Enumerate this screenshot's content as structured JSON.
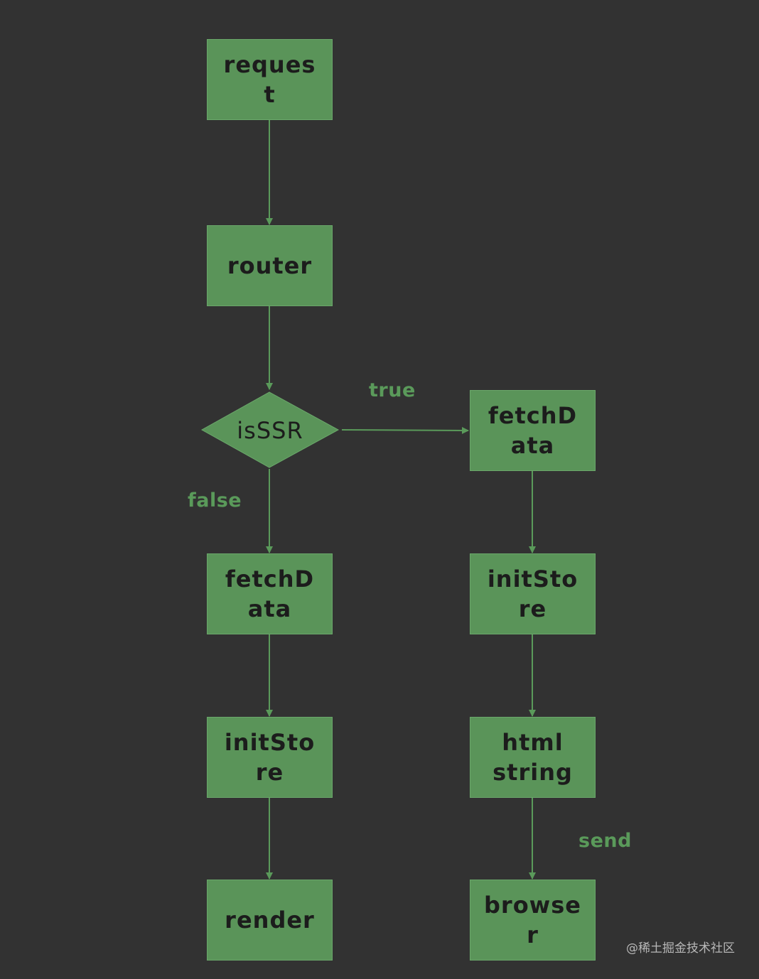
{
  "diagram": {
    "nodes": {
      "request": "request",
      "router": "router",
      "is_ssr": "isSSR",
      "fetch_data_ssr": "fetchData",
      "init_store_ssr": "initStore",
      "html_string": "html string",
      "browser": "browser",
      "fetch_data_client": "fetchData",
      "init_store_client": "initStore",
      "render": "render"
    },
    "edge_labels": {
      "true": "true",
      "false": "false",
      "send": "send"
    },
    "colors": {
      "background": "#323232",
      "node_fill": "#5a9459",
      "edge": "#5a9a5a",
      "node_text": "#1c1c1c"
    }
  },
  "watermark": "@稀土掘金技术社区"
}
